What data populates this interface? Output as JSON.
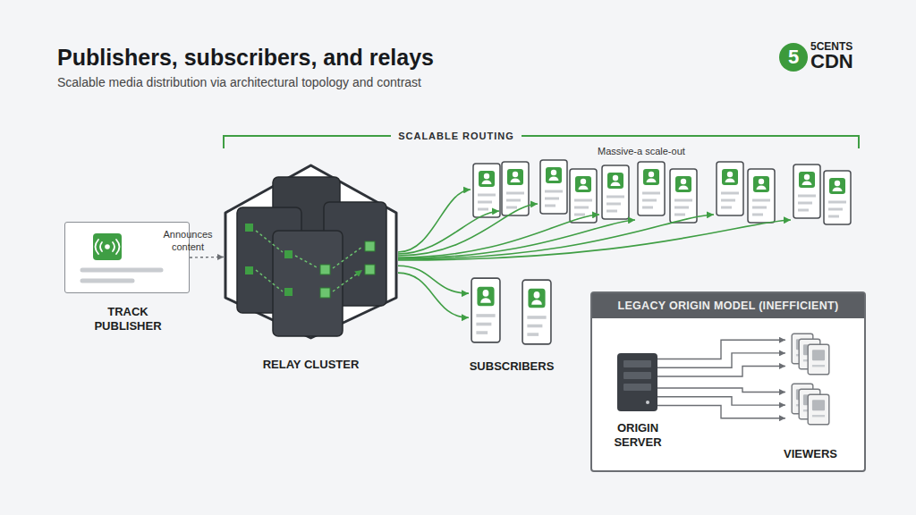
{
  "diagram": {
    "title": "Publishers, subscribers, and relays",
    "nodes": [
      {
        "text": [
          "TRACK PUBLISHER"
        ]
      },
      {
        "text": [
          "RELAY CLUSTER"
        ]
      },
      {
        "text": [
          "SUBSCRIBERS"
        ]
      },
      {
        "text": [
          "LEGACY ORIGIN MODEL (INEFFICIENT)"
        ]
      },
      {
        "text": [
          "ORIGIN SERVER"
        ],
        "in": 3
      },
      {
        "text": [
          "VIEWERS"
        ],
        "in": 3
      }
    ],
    "edges": [
      {
        "from": 0,
        "to": 1,
        "arrow": "to",
        "label": "Announces content"
      },
      {
        "from": 1,
        "to": 2,
        "arrow": "to"
      },
      {
        "from": 1,
        "to": 2,
        "arrow": "to"
      },
      {
        "from": 4,
        "to": 5,
        "arrow": "to"
      },
      {
        "from": 4,
        "to": 5,
        "arrow": "to"
      },
      {
        "from": 4,
        "to": 5,
        "arrow": "to"
      },
      {
        "from": 4,
        "to": 5,
        "arrow": "to"
      },
      {
        "from": 4,
        "to": 5,
        "arrow": "to"
      },
      {
        "from": 4,
        "to": 5,
        "arrow": "to"
      }
    ],
    "labels": [
      "Scalable media distribution via architectural topology and contrast",
      "5",
      "5CENTS",
      "CDN",
      "SCALABLE ROUTING",
      "Massive-a scale-out"
    ]
  }
}
